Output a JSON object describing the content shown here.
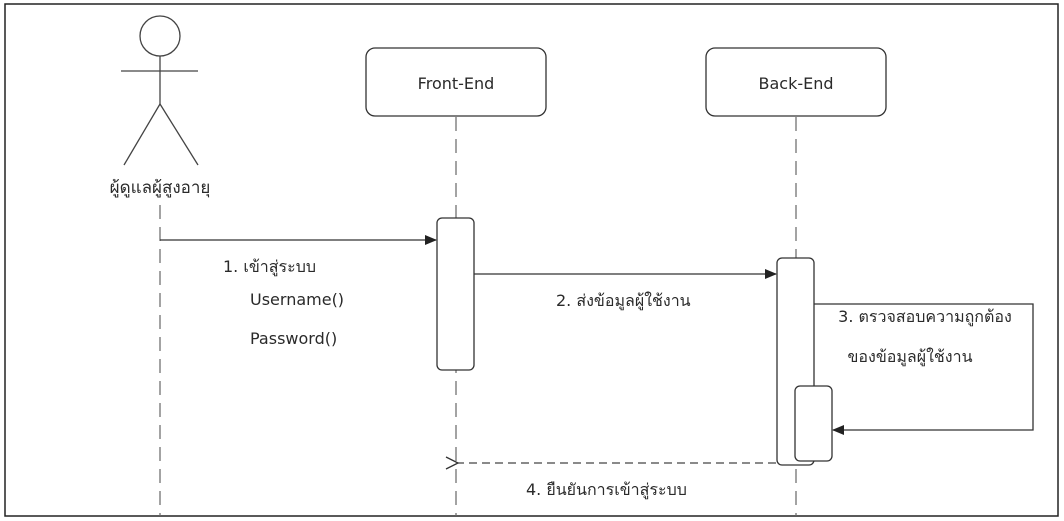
{
  "actor": {
    "label": "ผู้ดูแลผู้สูงอายุ"
  },
  "participants": [
    {
      "label": "Front-End"
    },
    {
      "label": "Back-End"
    }
  ],
  "messages": {
    "m1": {
      "title": "1.  เข้าสู่ระบบ",
      "params": [
        "Username()",
        "Password()"
      ]
    },
    "m2": {
      "title": "2. ส่งข้อมูลผู้ใช้งาน"
    },
    "m3": {
      "lines": [
        "3. ตรวจสอบความถูกต้อง",
        "ของข้อมูลผู้ใช้งาน"
      ]
    },
    "m4": {
      "title": "4. ยืนยันการเข้าสู่ระบบ"
    }
  }
}
